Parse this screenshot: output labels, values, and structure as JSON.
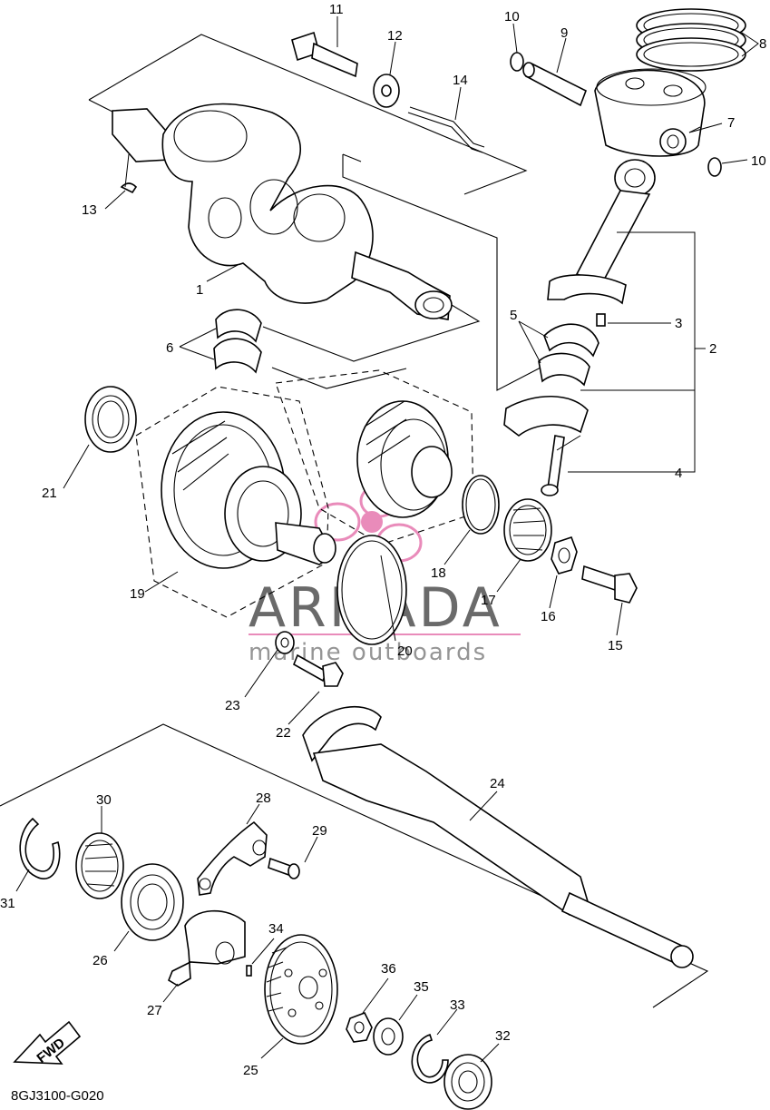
{
  "diagram": {
    "code": "8GJ3100-G020",
    "fwd_label": "FWD",
    "watermark": {
      "brand": "ARMADA",
      "tagline": "marine outboards",
      "brand_color": "#5a5a5a",
      "accent_color": "#e77fb3"
    },
    "callouts": [
      "1",
      "2",
      "3",
      "4",
      "5",
      "6",
      "7",
      "8",
      "9",
      "10",
      "10",
      "11",
      "12",
      "13",
      "14",
      "15",
      "16",
      "17",
      "18",
      "19",
      "20",
      "21",
      "22",
      "23",
      "24",
      "25",
      "26",
      "27",
      "28",
      "29",
      "30",
      "31",
      "32",
      "33",
      "34",
      "35",
      "36"
    ]
  }
}
